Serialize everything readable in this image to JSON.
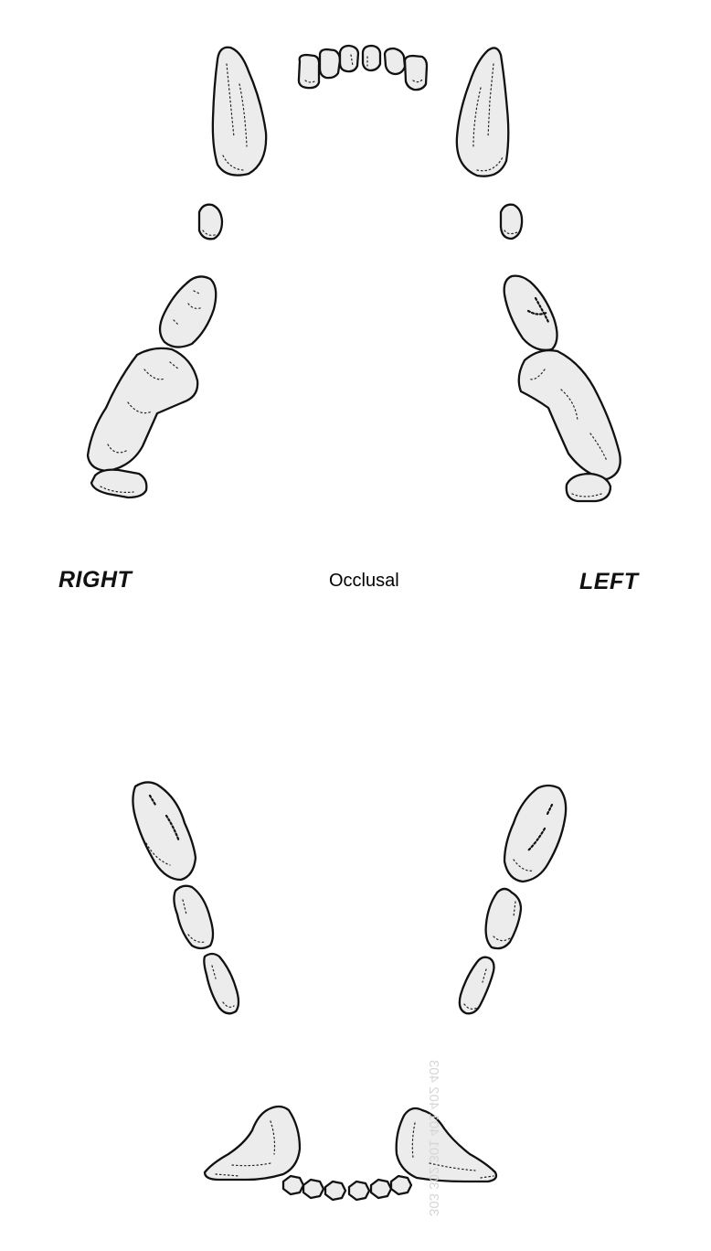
{
  "labels": {
    "right": "RIGHT",
    "center": "Occlusal",
    "left": "LEFT"
  },
  "faint_text": "303 302 301 401 402 403"
}
